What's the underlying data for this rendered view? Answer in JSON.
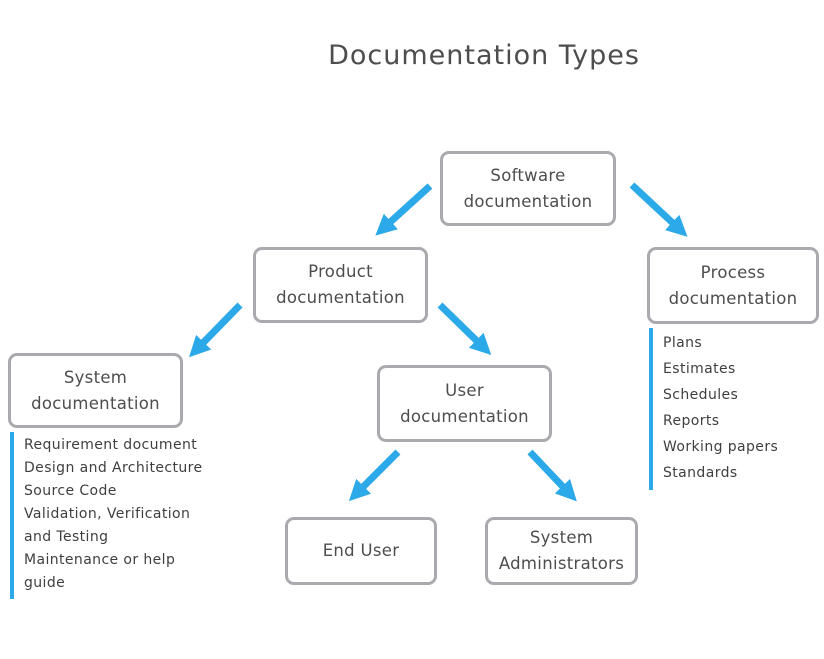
{
  "title": "Documentation Types",
  "colors": {
    "accent_blue": "#2ba9e8",
    "box_border_gray": "#a8aaad",
    "text_gray": "#4d4d4d"
  },
  "nodes": {
    "software": {
      "label": "Software documentation"
    },
    "product": {
      "label": "Product documentation"
    },
    "process": {
      "label": "Process documentation"
    },
    "system": {
      "label": "System documentation"
    },
    "user": {
      "label": "User documentation"
    },
    "end_user": {
      "label": "End User"
    },
    "system_admins": {
      "label": "System Administrators"
    }
  },
  "system_items": [
    "Requirement document",
    "Design and Architecture",
    "Source Code",
    "Validation, Verification and Testing",
    "Maintenance or help guide"
  ],
  "process_items": [
    "Plans",
    "Estimates",
    "Schedules",
    "Reports",
    "Working papers",
    "Standards"
  ]
}
